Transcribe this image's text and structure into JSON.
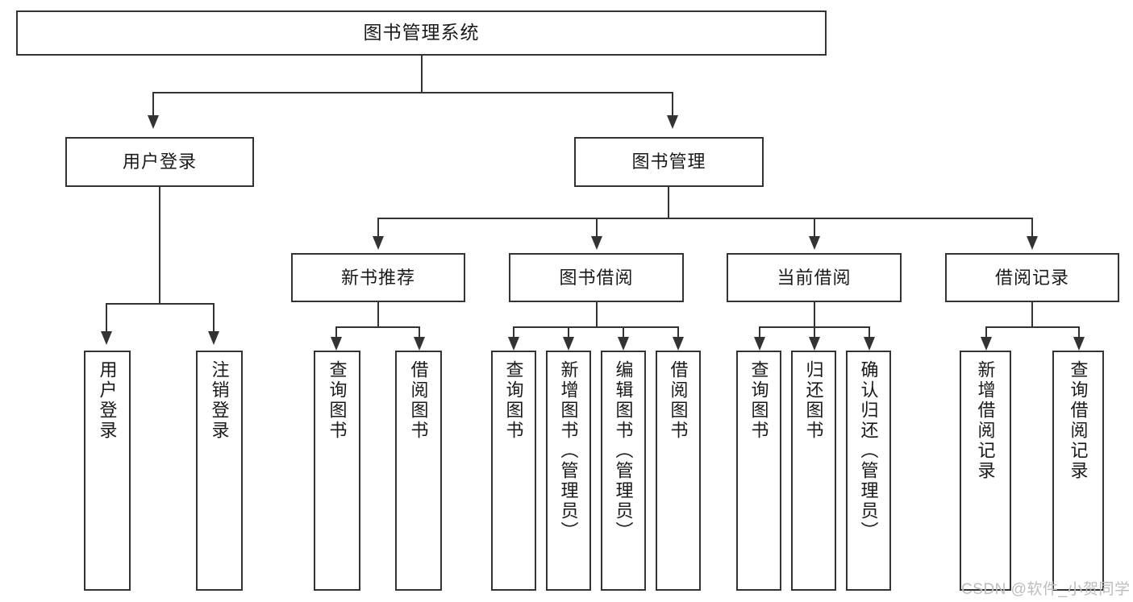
{
  "diagram": {
    "type": "tree",
    "title": "图书管理系统",
    "orientation": "top-down",
    "line_color": "#333333",
    "box_fill": "#ffffff",
    "text_color": "#1a1a1a"
  },
  "nodes": {
    "root": {
      "label": "图书管理系统"
    },
    "level2": [
      {
        "label": "用户登录"
      },
      {
        "label": "图书管理"
      }
    ],
    "level3": [
      {
        "label": "新书推荐"
      },
      {
        "label": "图书借阅"
      },
      {
        "label": "当前借阅"
      },
      {
        "label": "借阅记录"
      }
    ],
    "leaves": {
      "user_login": [
        {
          "label": "用户登录"
        },
        {
          "label": "注销登录"
        }
      ],
      "new_book_recommend": [
        {
          "label": "查询图书"
        },
        {
          "label": "借阅图书"
        }
      ],
      "book_borrow": [
        {
          "label": "查询图书"
        },
        {
          "label": "新增图书（管理员）"
        },
        {
          "label": "编辑图书（管理员）"
        },
        {
          "label": "借阅图书"
        }
      ],
      "current_borrow": [
        {
          "label": "查询图书"
        },
        {
          "label": "归还图书"
        },
        {
          "label": "确认归还（管理员）"
        }
      ],
      "borrow_record": [
        {
          "label": "新增借阅记录"
        },
        {
          "label": "查询借阅记录"
        }
      ]
    }
  },
  "watermark": {
    "text": "CSDN @软件_小贺同学",
    "color": "#bdbdbd"
  }
}
